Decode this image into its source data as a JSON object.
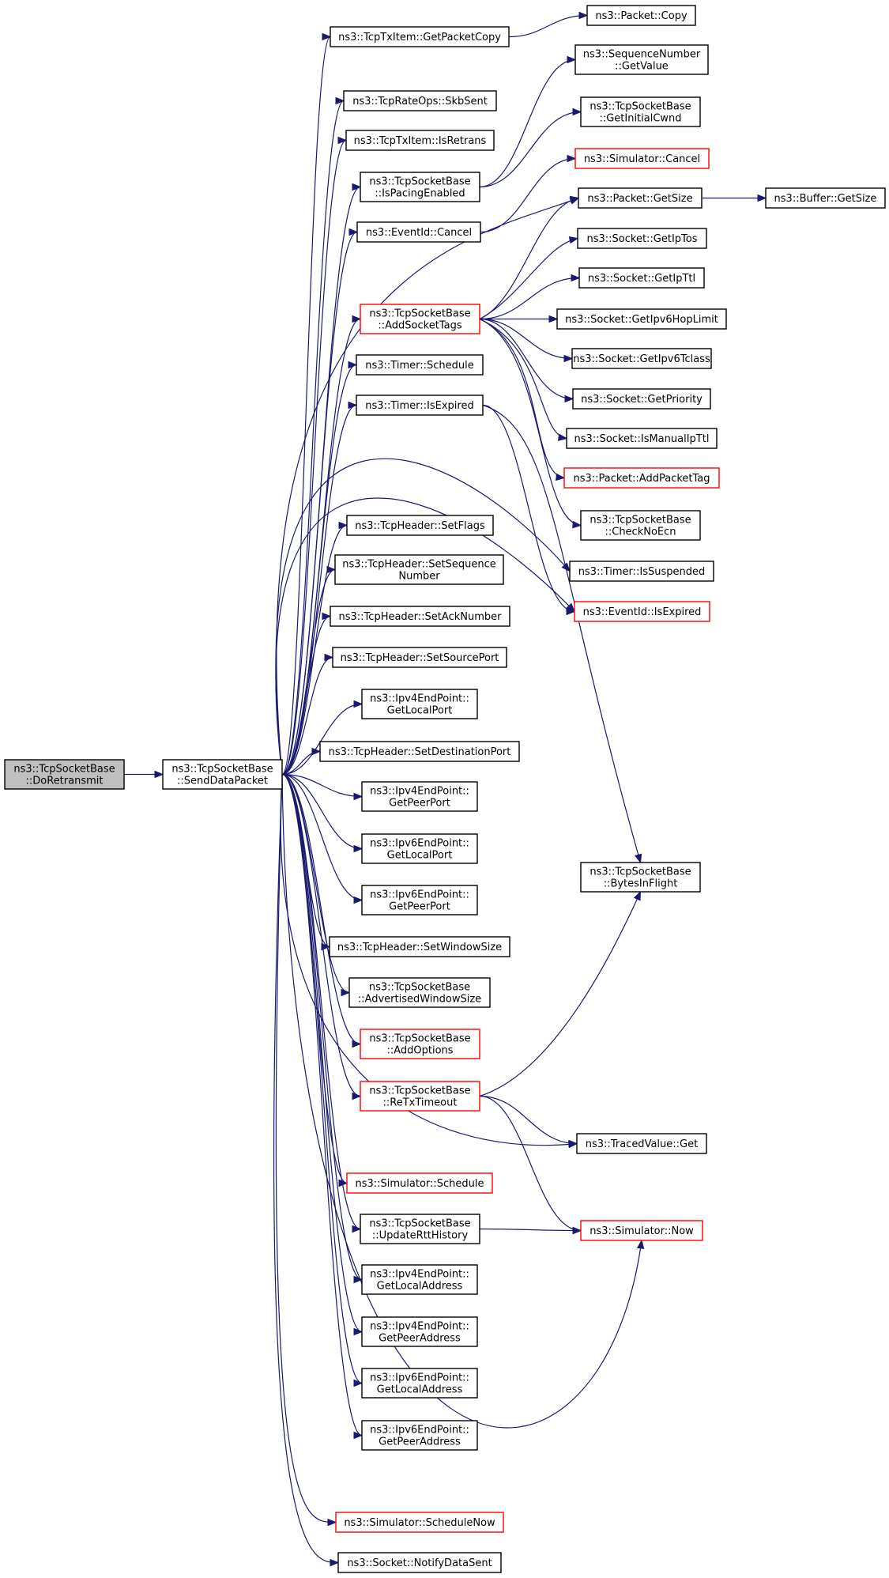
{
  "colors": {
    "edge": "#191970",
    "default_border": "#000000",
    "incomplete_border": "#ff0000",
    "root_fill": "#bfbfbf",
    "node_fill": "#ffffff"
  },
  "nodes": {
    "n_doretransmit": {
      "lines": [
        "ns3::TcpSocketBase",
        "::DoRetransmit"
      ],
      "style": "root"
    },
    "n_senddatapacket": {
      "lines": [
        "ns3::TcpSocketBase",
        "::SendDataPacket"
      ],
      "style": "normal"
    },
    "n_tcptxitem_getpacketcopy": {
      "lines": [
        "ns3::TcpTxItem::GetPacketCopy"
      ],
      "style": "normal"
    },
    "n_tcprateops_skbsent": {
      "lines": [
        "ns3::TcpRateOps::SkbSent"
      ],
      "style": "normal"
    },
    "n_tcptxitem_isretrans": {
      "lines": [
        "ns3::TcpTxItem::IsRetrans"
      ],
      "style": "normal"
    },
    "n_ispacingenabled": {
      "lines": [
        "ns3::TcpSocketBase",
        "::IsPacingEnabled"
      ],
      "style": "normal"
    },
    "n_eventid_cancel": {
      "lines": [
        "ns3::EventId::Cancel"
      ],
      "style": "normal"
    },
    "n_addsockettags": {
      "lines": [
        "ns3::TcpSocketBase",
        "::AddSocketTags"
      ],
      "style": "red"
    },
    "n_timer_schedule": {
      "lines": [
        "ns3::Timer::Schedule"
      ],
      "style": "normal"
    },
    "n_timer_isexpired": {
      "lines": [
        "ns3::Timer::IsExpired"
      ],
      "style": "normal"
    },
    "n_setflags": {
      "lines": [
        "ns3::TcpHeader::SetFlags"
      ],
      "style": "normal"
    },
    "n_setsequencenumber": {
      "lines": [
        "ns3::TcpHeader::SetSequence",
        "Number"
      ],
      "style": "normal"
    },
    "n_setacknumber": {
      "lines": [
        "ns3::TcpHeader::SetAckNumber"
      ],
      "style": "normal"
    },
    "n_setsourceport": {
      "lines": [
        "ns3::TcpHeader::SetSourcePort"
      ],
      "style": "normal"
    },
    "n_ipv4_getlocalport": {
      "lines": [
        "ns3::Ipv4EndPoint::",
        "GetLocalPort"
      ],
      "style": "normal"
    },
    "n_setdestinationport": {
      "lines": [
        "ns3::TcpHeader::SetDestinationPort"
      ],
      "style": "normal"
    },
    "n_ipv4_getpeerport": {
      "lines": [
        "ns3::Ipv4EndPoint::",
        "GetPeerPort"
      ],
      "style": "normal"
    },
    "n_ipv6_getlocalport": {
      "lines": [
        "ns3::Ipv6EndPoint::",
        "GetLocalPort"
      ],
      "style": "normal"
    },
    "n_ipv6_getpeerport": {
      "lines": [
        "ns3::Ipv6EndPoint::",
        "GetPeerPort"
      ],
      "style": "normal"
    },
    "n_setwindowsize": {
      "lines": [
        "ns3::TcpHeader::SetWindowSize"
      ],
      "style": "normal"
    },
    "n_advertisedwindowsize": {
      "lines": [
        "ns3::TcpSocketBase",
        "::AdvertisedWindowSize"
      ],
      "style": "normal"
    },
    "n_addoptions": {
      "lines": [
        "ns3::TcpSocketBase",
        "::AddOptions"
      ],
      "style": "red"
    },
    "n_retxtimeout": {
      "lines": [
        "ns3::TcpSocketBase",
        "::ReTxTimeout"
      ],
      "style": "red"
    },
    "n_simulator_schedule": {
      "lines": [
        "ns3::Simulator::Schedule"
      ],
      "style": "red"
    },
    "n_updatertthistory": {
      "lines": [
        "ns3::TcpSocketBase",
        "::UpdateRttHistory"
      ],
      "style": "normal"
    },
    "n_ipv4_getlocaladdress": {
      "lines": [
        "ns3::Ipv4EndPoint::",
        "GetLocalAddress"
      ],
      "style": "normal"
    },
    "n_ipv4_getpeeraddress": {
      "lines": [
        "ns3::Ipv4EndPoint::",
        "GetPeerAddress"
      ],
      "style": "normal"
    },
    "n_ipv6_getlocaladdress": {
      "lines": [
        "ns3::Ipv6EndPoint::",
        "GetLocalAddress"
      ],
      "style": "normal"
    },
    "n_ipv6_getpeeraddress": {
      "lines": [
        "ns3::Ipv6EndPoint::",
        "GetPeerAddress"
      ],
      "style": "normal"
    },
    "n_simulator_schedulenow": {
      "lines": [
        "ns3::Simulator::ScheduleNow"
      ],
      "style": "red"
    },
    "n_notifydatasent": {
      "lines": [
        "ns3::Socket::NotifyDataSent"
      ],
      "style": "normal"
    },
    "n_packet_copy": {
      "lines": [
        "ns3::Packet::Copy"
      ],
      "style": "normal"
    },
    "n_seq_getvalue": {
      "lines": [
        "ns3::SequenceNumber",
        "::GetValue"
      ],
      "style": "normal"
    },
    "n_getinitialcwnd": {
      "lines": [
        "ns3::TcpSocketBase",
        "::GetInitialCwnd"
      ],
      "style": "normal"
    },
    "n_simulator_cancel": {
      "lines": [
        "ns3::Simulator::Cancel"
      ],
      "style": "red"
    },
    "n_packet_getsize": {
      "lines": [
        "ns3::Packet::GetSize"
      ],
      "style": "normal"
    },
    "n_buffer_getsize": {
      "lines": [
        "ns3::Buffer::GetSize"
      ],
      "style": "normal"
    },
    "n_socket_getiptos": {
      "lines": [
        "ns3::Socket::GetIpTos"
      ],
      "style": "normal"
    },
    "n_socket_getipttl": {
      "lines": [
        "ns3::Socket::GetIpTtl"
      ],
      "style": "normal"
    },
    "n_socket_getipv6hoplimit": {
      "lines": [
        "ns3::Socket::GetIpv6HopLimit"
      ],
      "style": "normal"
    },
    "n_socket_getipv6tclass": {
      "lines": [
        "ns3::Socket::GetIpv6Tclass"
      ],
      "style": "normal"
    },
    "n_socket_getpriority": {
      "lines": [
        "ns3::Socket::GetPriority"
      ],
      "style": "normal"
    },
    "n_socket_ismanualipttl": {
      "lines": [
        "ns3::Socket::IsManualIpTtl"
      ],
      "style": "normal"
    },
    "n_packet_addpackettag": {
      "lines": [
        "ns3::Packet::AddPacketTag"
      ],
      "style": "red"
    },
    "n_checknoecn": {
      "lines": [
        "ns3::TcpSocketBase",
        "::CheckNoEcn"
      ],
      "style": "normal"
    },
    "n_timer_issuspended": {
      "lines": [
        "ns3::Timer::IsSuspended"
      ],
      "style": "normal"
    },
    "n_eventid_isexpired": {
      "lines": [
        "ns3::EventId::IsExpired"
      ],
      "style": "red"
    },
    "n_bytesinflight": {
      "lines": [
        "ns3::TcpSocketBase",
        "::BytesInFlight"
      ],
      "style": "normal"
    },
    "n_tracedvalue_get": {
      "lines": [
        "ns3::TracedValue::Get"
      ],
      "style": "normal"
    },
    "n_simulator_now": {
      "lines": [
        "ns3::Simulator::Now"
      ],
      "style": "red"
    }
  },
  "edges": [
    [
      "n_doretransmit",
      "n_senddatapacket"
    ],
    [
      "n_senddatapacket",
      "n_tcptxitem_getpacketcopy"
    ],
    [
      "n_senddatapacket",
      "n_tcprateops_skbsent"
    ],
    [
      "n_senddatapacket",
      "n_tcptxitem_isretrans"
    ],
    [
      "n_senddatapacket",
      "n_ispacingenabled"
    ],
    [
      "n_senddatapacket",
      "n_eventid_cancel"
    ],
    [
      "n_senddatapacket",
      "n_packet_getsize"
    ],
    [
      "n_senddatapacket",
      "n_addsockettags"
    ],
    [
      "n_senddatapacket",
      "n_timer_schedule"
    ],
    [
      "n_senddatapacket",
      "n_timer_isexpired"
    ],
    [
      "n_senddatapacket",
      "n_timer_issuspended"
    ],
    [
      "n_senddatapacket",
      "n_eventid_isexpired"
    ],
    [
      "n_senddatapacket",
      "n_setflags"
    ],
    [
      "n_senddatapacket",
      "n_setsequencenumber"
    ],
    [
      "n_senddatapacket",
      "n_setacknumber"
    ],
    [
      "n_senddatapacket",
      "n_setsourceport"
    ],
    [
      "n_senddatapacket",
      "n_ipv4_getlocalport"
    ],
    [
      "n_senddatapacket",
      "n_setdestinationport"
    ],
    [
      "n_senddatapacket",
      "n_ipv4_getpeerport"
    ],
    [
      "n_senddatapacket",
      "n_ipv6_getlocalport"
    ],
    [
      "n_senddatapacket",
      "n_ipv6_getpeerport"
    ],
    [
      "n_senddatapacket",
      "n_setwindowsize"
    ],
    [
      "n_senddatapacket",
      "n_advertisedwindowsize"
    ],
    [
      "n_senddatapacket",
      "n_addoptions"
    ],
    [
      "n_senddatapacket",
      "n_retxtimeout"
    ],
    [
      "n_senddatapacket",
      "n_tracedvalue_get"
    ],
    [
      "n_senddatapacket",
      "n_simulator_schedule"
    ],
    [
      "n_senddatapacket",
      "n_updatertthistory"
    ],
    [
      "n_senddatapacket",
      "n_ipv4_getlocaladdress"
    ],
    [
      "n_senddatapacket",
      "n_ipv4_getpeeraddress"
    ],
    [
      "n_senddatapacket",
      "n_ipv6_getlocaladdress"
    ],
    [
      "n_senddatapacket",
      "n_ipv6_getpeeraddress"
    ],
    [
      "n_senddatapacket",
      "n_simulator_now"
    ],
    [
      "n_senddatapacket",
      "n_simulator_schedulenow"
    ],
    [
      "n_senddatapacket",
      "n_notifydatasent"
    ],
    [
      "n_tcptxitem_getpacketcopy",
      "n_packet_copy"
    ],
    [
      "n_ispacingenabled",
      "n_seq_getvalue"
    ],
    [
      "n_ispacingenabled",
      "n_getinitialcwnd"
    ],
    [
      "n_eventid_cancel",
      "n_simulator_cancel"
    ],
    [
      "n_packet_getsize",
      "n_buffer_getsize"
    ],
    [
      "n_addsockettags",
      "n_packet_getsize"
    ],
    [
      "n_addsockettags",
      "n_socket_getiptos"
    ],
    [
      "n_addsockettags",
      "n_socket_getipttl"
    ],
    [
      "n_addsockettags",
      "n_socket_getipv6hoplimit"
    ],
    [
      "n_addsockettags",
      "n_socket_getipv6tclass"
    ],
    [
      "n_addsockettags",
      "n_socket_getpriority"
    ],
    [
      "n_addsockettags",
      "n_socket_ismanualipttl"
    ],
    [
      "n_addsockettags",
      "n_packet_addpackettag"
    ],
    [
      "n_addsockettags",
      "n_checknoecn"
    ],
    [
      "n_timer_isexpired",
      "n_eventid_isexpired"
    ],
    [
      "n_timer_isexpired",
      "n_bytesinflight"
    ],
    [
      "n_retxtimeout",
      "n_bytesinflight"
    ],
    [
      "n_retxtimeout",
      "n_tracedvalue_get"
    ],
    [
      "n_retxtimeout",
      "n_simulator_now"
    ],
    [
      "n_updatertthistory",
      "n_simulator_now"
    ]
  ]
}
